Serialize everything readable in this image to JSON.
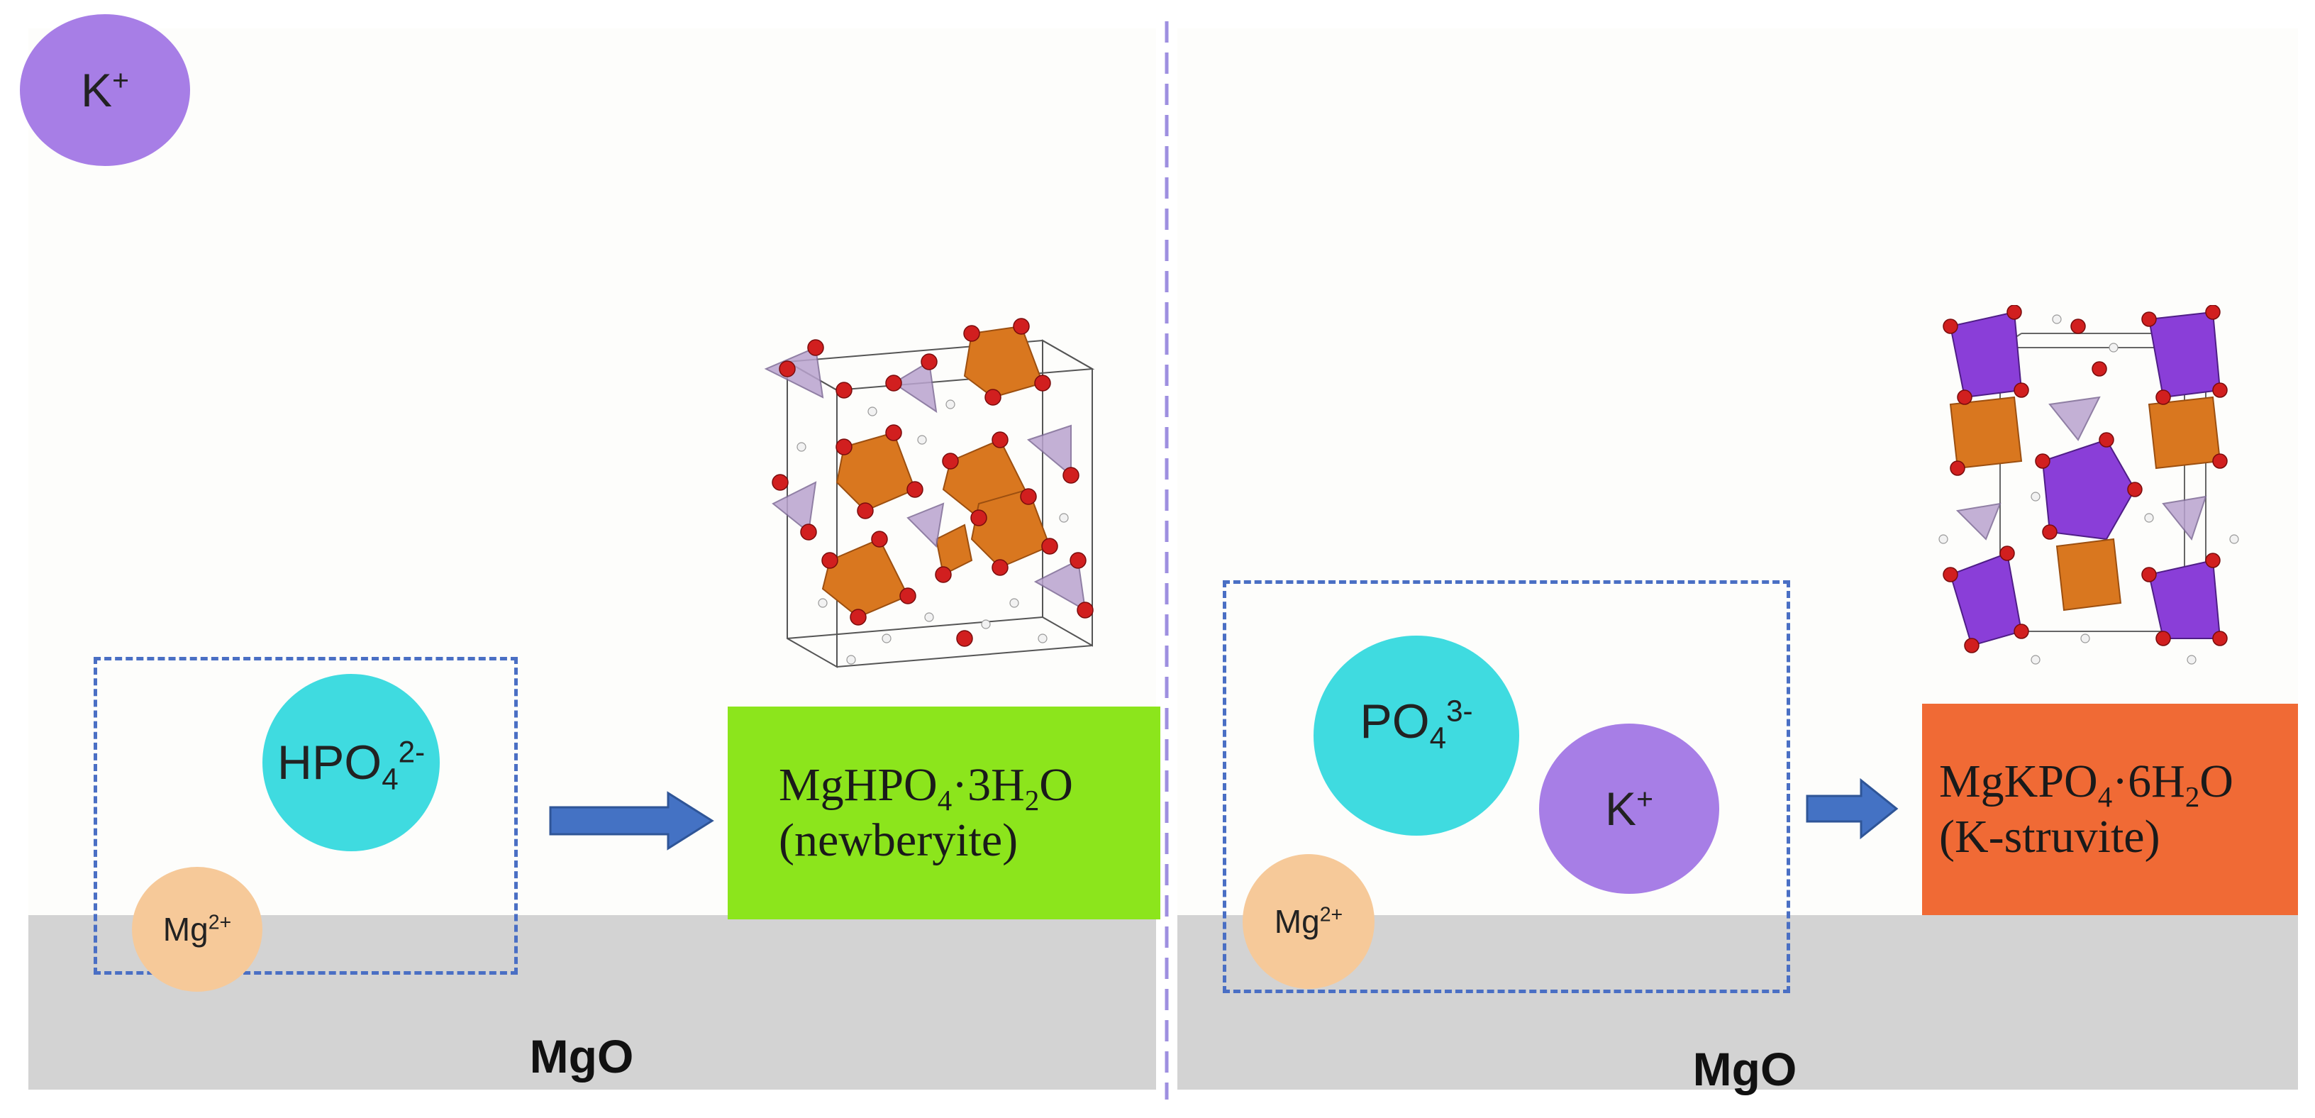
{
  "colors": {
    "k_ion": "#a77ee6",
    "phosphate_ion": "#3fdbe0",
    "mg_ion": "#f6c999",
    "newberyite_box": "#8ce51c",
    "kstruvite_box": "#f06a35",
    "mgo_band": "#d3d3d3",
    "dashed_box": "#4a6fc4",
    "arrow": "#4472c4",
    "divider": "#9e8fe0"
  },
  "left": {
    "top_ion": {
      "base": "K",
      "sup": "+"
    },
    "anion": {
      "base": "HPO",
      "sub": "4",
      "sup": "2-"
    },
    "cation": {
      "base": "Mg",
      "sup": "2+"
    },
    "product": {
      "line1": {
        "a": "MgHPO",
        "sub": "4",
        "b": "·3H",
        "sub2": "2",
        "c": "O"
      },
      "line2": "(newberyite)"
    },
    "substrate": "MgO",
    "crystal_icon": "newberyite-crystal-structure"
  },
  "right": {
    "anion": {
      "base": "PO",
      "sub": "4",
      "sup": "3-"
    },
    "k_ion": {
      "base": "K",
      "sup": "+"
    },
    "cation": {
      "base": "Mg",
      "sup": "2+"
    },
    "product": {
      "line1": {
        "a": "MgKPO",
        "sub": "4",
        "b": "·6H",
        "sub2": "2",
        "c": "O"
      },
      "line2": "(K-struvite)"
    },
    "substrate": "MgO",
    "crystal_icon": "k-struvite-crystal-structure"
  }
}
